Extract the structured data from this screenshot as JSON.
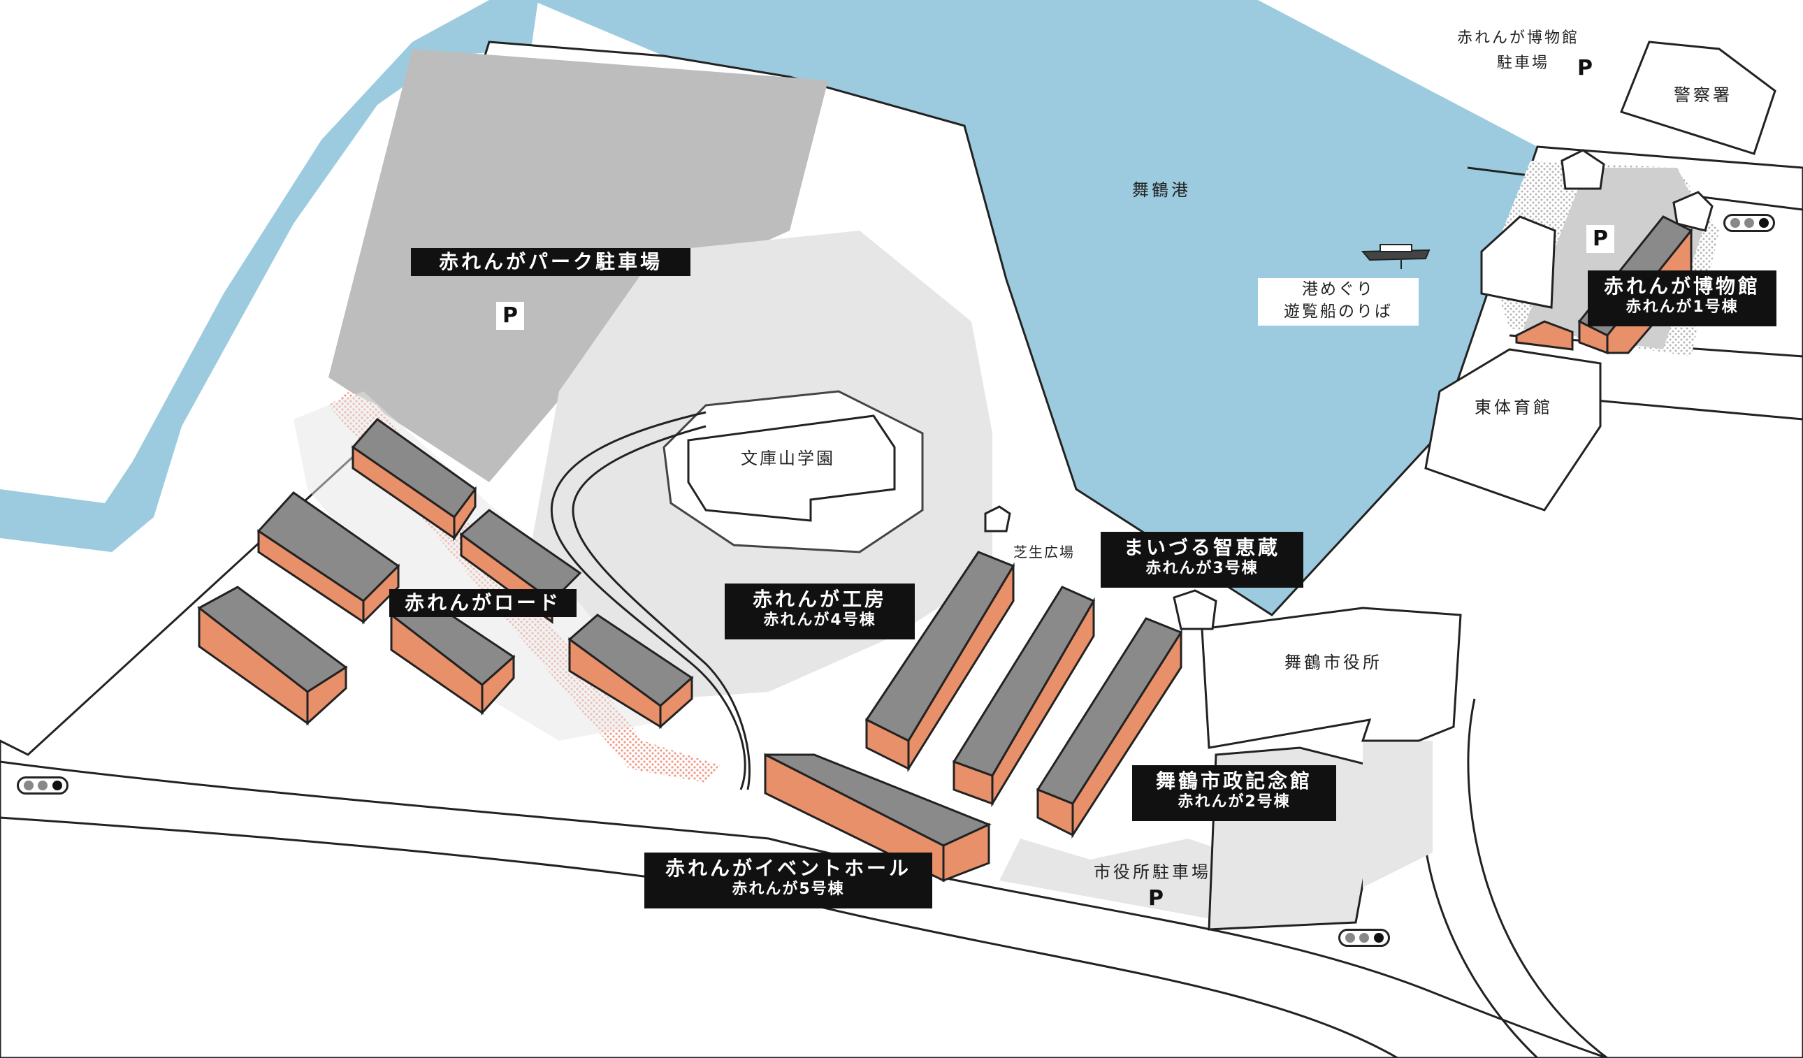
{
  "map": {
    "water_color": "#9ccbdf",
    "brick_color": "#e8906a",
    "roof_color": "#8a8a8a",
    "parking_color": "#bdbdbd",
    "ground_color": "#e6e6e6"
  },
  "labels": {
    "harbor": "舞鶴港",
    "park_parking": "赤れんがパーク駐車場",
    "road": "赤れんがロード",
    "bunkoyama": "文庫山学園",
    "shibafu": "芝生広場",
    "workshop_title": "赤れんが工房",
    "workshop_sub": "赤れんが4号棟",
    "chiekura_title": "まいづる智恵蔵",
    "chiekura_sub": "赤れんが3号棟",
    "kinenkan_title": "舞鶴市政記念館",
    "kinenkan_sub": "赤れんが2号棟",
    "eventhall_title": "赤れんがイベントホール",
    "eventhall_sub": "赤れんが5号棟",
    "museum_title": "赤れんが博物館",
    "museum_sub": "赤れんが1号棟",
    "museum_parking_line1": "赤れんが博物館",
    "museum_parking_line2": "駐車場",
    "police": "警察署",
    "gym": "東体育館",
    "cityhall": "舞鶴市役所",
    "cityhall_parking": "市役所駐車場",
    "boat_line1": "港めぐり",
    "boat_line2": "遊覧船のりば",
    "parking_mark": "P"
  }
}
